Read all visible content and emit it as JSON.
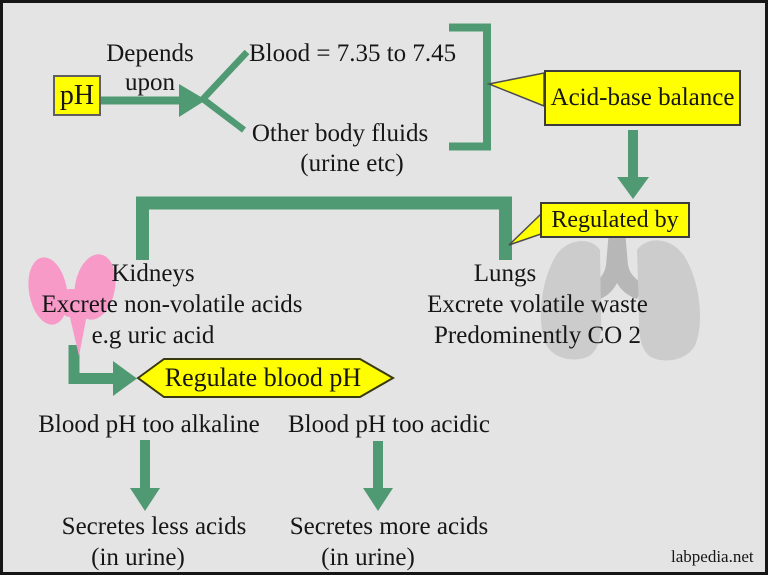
{
  "colors": {
    "background": "#e4e4e4",
    "frame": "#161616",
    "arrow_green": "#4f9a72",
    "highlight_yellow": "#ffff00",
    "kidney_pink": "#f79ac8",
    "lung_gray": "#cccccc",
    "trachea_gray": "#b7b7b7",
    "text": "#161616"
  },
  "icons": {
    "kidneys": "kidneys-icon",
    "lungs": "lungs-icon"
  },
  "nodes": {
    "ph": "pH",
    "depends": {
      "line1": "Depends",
      "line2": "upon"
    },
    "blood_range": "Blood = 7.35 to 7.45",
    "other_fluids": {
      "line1": "Other body fluids",
      "line2": "(urine etc)"
    },
    "acid_base_balance": "Acid-base balance",
    "regulated_by": "Regulated by",
    "kidneys": {
      "line1": "Kidneys",
      "line2": "Excrete non-volatile acids",
      "line3": "e.g uric acid"
    },
    "lungs": {
      "line1": "Lungs",
      "line2": "Excrete volatile waste",
      "line3": "Predominently CO 2"
    },
    "regulate_blood_ph": "Regulate blood pH",
    "alkaline_branch": {
      "condition": "Blood pH too alkaline",
      "result_line1": "Secretes less acids",
      "result_line2": "(in urine)"
    },
    "acidic_branch": {
      "condition": "Blood pH too acidic",
      "result_line1": "Secretes more acids",
      "result_line2": "(in urine)"
    },
    "watermark": "labpedia.net"
  }
}
